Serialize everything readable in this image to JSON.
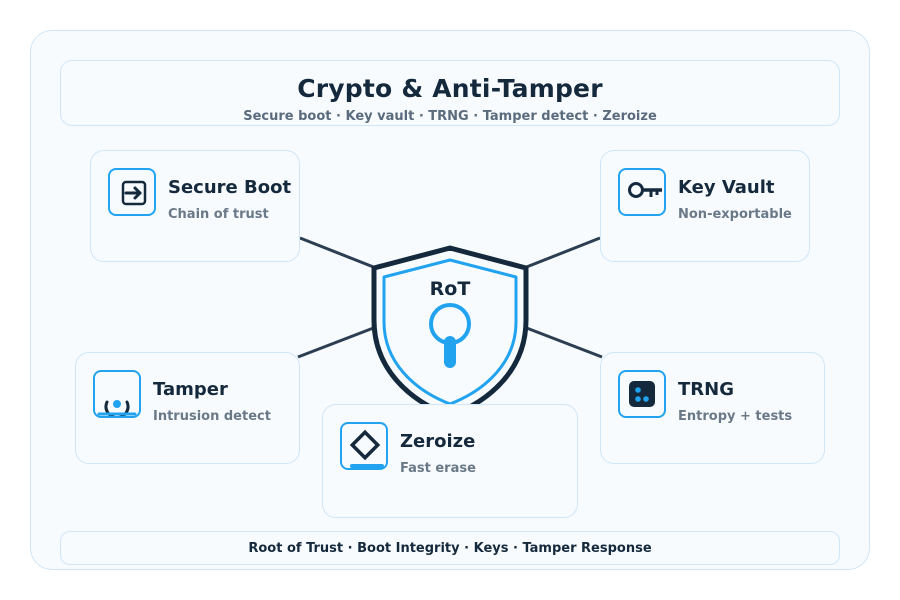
{
  "header": {
    "title": "Crypto & Anti-Tamper",
    "subtitle": "Secure boot · Key vault · TRNG · Tamper detect · Zeroize"
  },
  "center": {
    "label": "RoT",
    "icon": "shield-keyhole-icon"
  },
  "cards": {
    "secure_boot": {
      "title": "Secure Boot",
      "subtitle": "Chain of trust",
      "icon": "arrow-right-icon"
    },
    "key_vault": {
      "title": "Key Vault",
      "subtitle": "Non-exportable",
      "icon": "key-icon"
    },
    "tamper": {
      "title": "Tamper",
      "subtitle": "Intrusion detect",
      "icon": "tamper-sensor-icon"
    },
    "trng": {
      "title": "TRNG",
      "subtitle": "Entropy + tests",
      "icon": "dice-icon"
    },
    "zeroize": {
      "title": "Zeroize",
      "subtitle": "Fast erase",
      "icon": "eraser-icon"
    }
  },
  "footer": {
    "text": "Root of Trust · Boot Integrity · Keys · Tamper Response"
  },
  "colors": {
    "accent": "#22a3ef",
    "dark": "#15293d",
    "border": "#cfe6f8",
    "connector": "#2b3e52"
  }
}
